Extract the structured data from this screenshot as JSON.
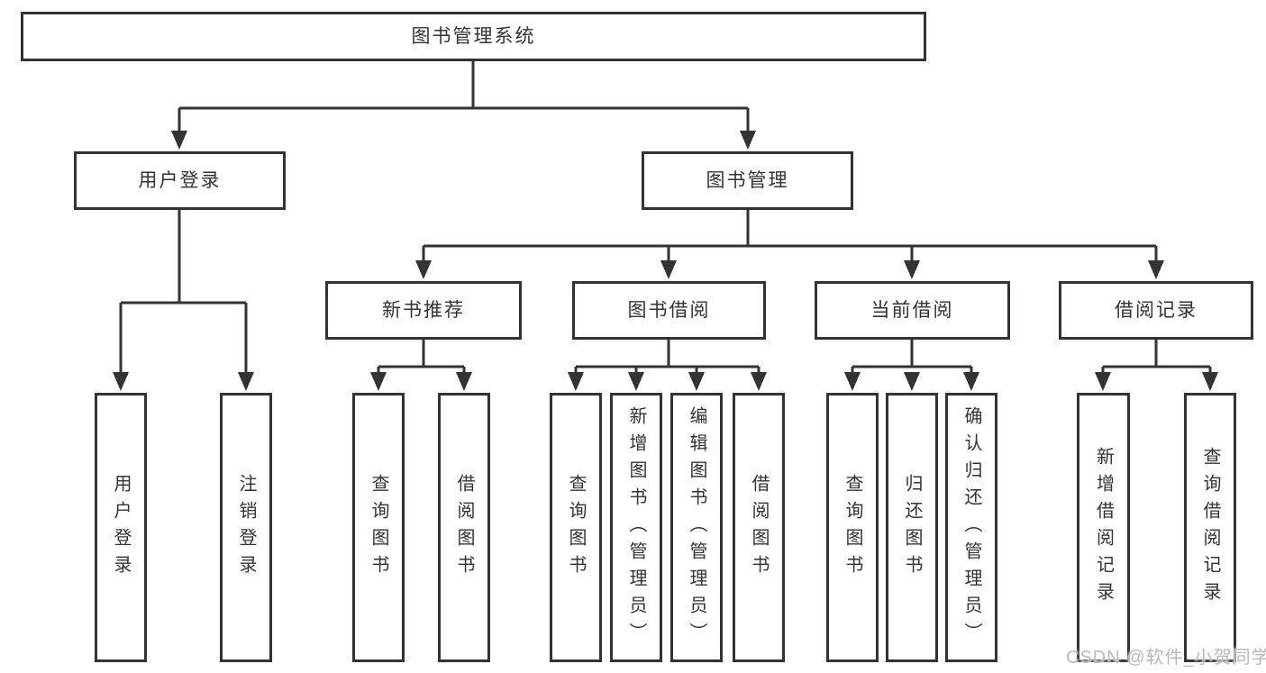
{
  "tree": {
    "label": "图书管理系统",
    "children": [
      {
        "label": "用户登录",
        "children": [
          {
            "label": "用户登录"
          },
          {
            "label": "注销登录"
          }
        ]
      },
      {
        "label": "图书管理",
        "children": [
          {
            "label": "新书推荐",
            "children": [
              {
                "label": "查询图书"
              },
              {
                "label": "借阅图书"
              }
            ]
          },
          {
            "label": "图书借阅",
            "children": [
              {
                "label": "查询图书"
              },
              {
                "label": "新增图书（管理员）"
              },
              {
                "label": "编辑图书（管理员）"
              },
              {
                "label": "借阅图书"
              }
            ]
          },
          {
            "label": "当前借阅",
            "children": [
              {
                "label": "查询图书"
              },
              {
                "label": "归还图书"
              },
              {
                "label": "确认归还（管理员）"
              }
            ]
          },
          {
            "label": "借阅记录",
            "children": [
              {
                "label": "新增借阅记录"
              },
              {
                "label": "查询借阅记录"
              }
            ]
          }
        ]
      }
    ]
  },
  "watermark": {
    "text": "CSDN @软件_小贺同学"
  },
  "colors": {
    "line": "#333333",
    "border": "#333333",
    "text": "#333333",
    "background": "#ffffff",
    "watermark": "#b9b9b9"
  }
}
